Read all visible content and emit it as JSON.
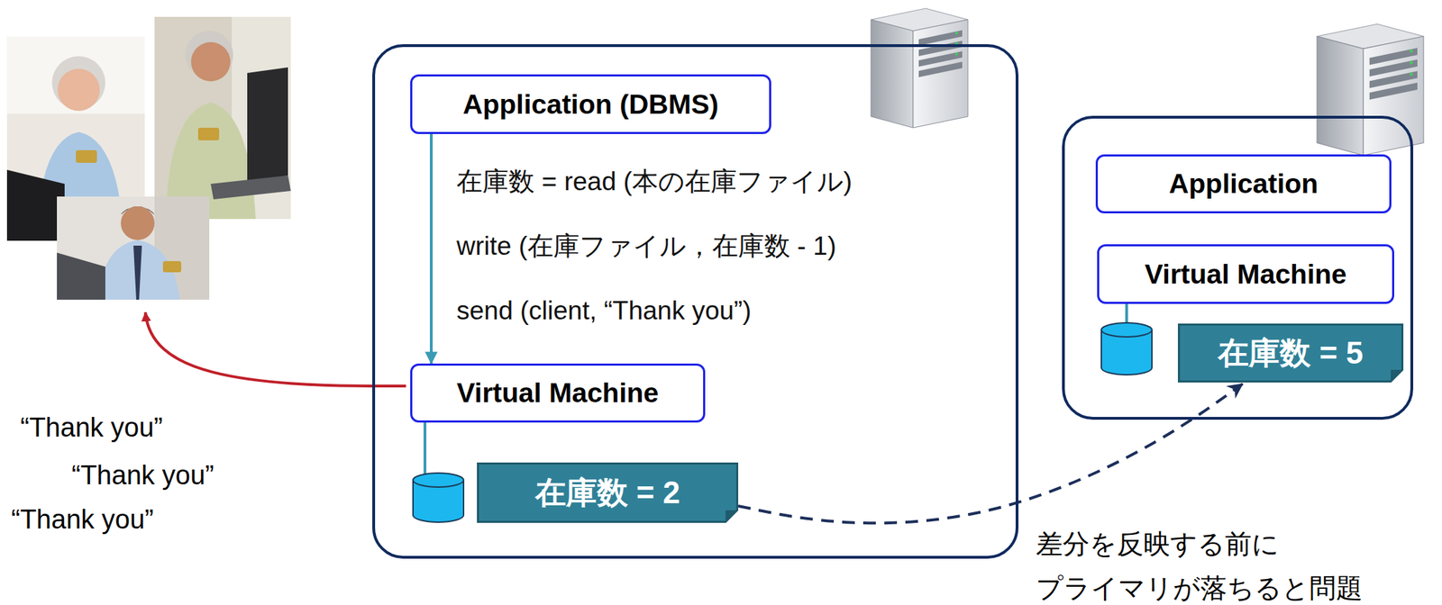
{
  "diagram": {
    "nodes": [
      {
        "text": [
          "在庫数 = read (本の在庫ファイル)",
          "write (在庫ファイル，在庫数 - 1)",
          "send (client, “Thank you”)"
        ]
      },
      {
        "text": [
          "Application (DBMS)"
        ],
        "in": 0
      },
      {
        "text": [
          "Virtual Machine"
        ],
        "in": 0
      },
      {
        "text": [
          "在庫数 = 2"
        ],
        "in": 0
      },
      {
        "text": []
      },
      {
        "text": [
          "Application"
        ],
        "in": 4
      },
      {
        "text": [
          "Virtual Machine"
        ],
        "in": 4
      },
      {
        "text": [
          "在庫数 = 5"
        ],
        "in": 4
      }
    ],
    "edges": [
      {
        "from": 1,
        "to": 2,
        "arrow": "to"
      },
      {
        "from": 3,
        "to": 7,
        "arrow": "to"
      }
    ],
    "labels": [
      "“Thank you”",
      "“Thank you”",
      "“Thank you”",
      "差分を反映する前に プライマリが落ちると問題"
    ]
  }
}
